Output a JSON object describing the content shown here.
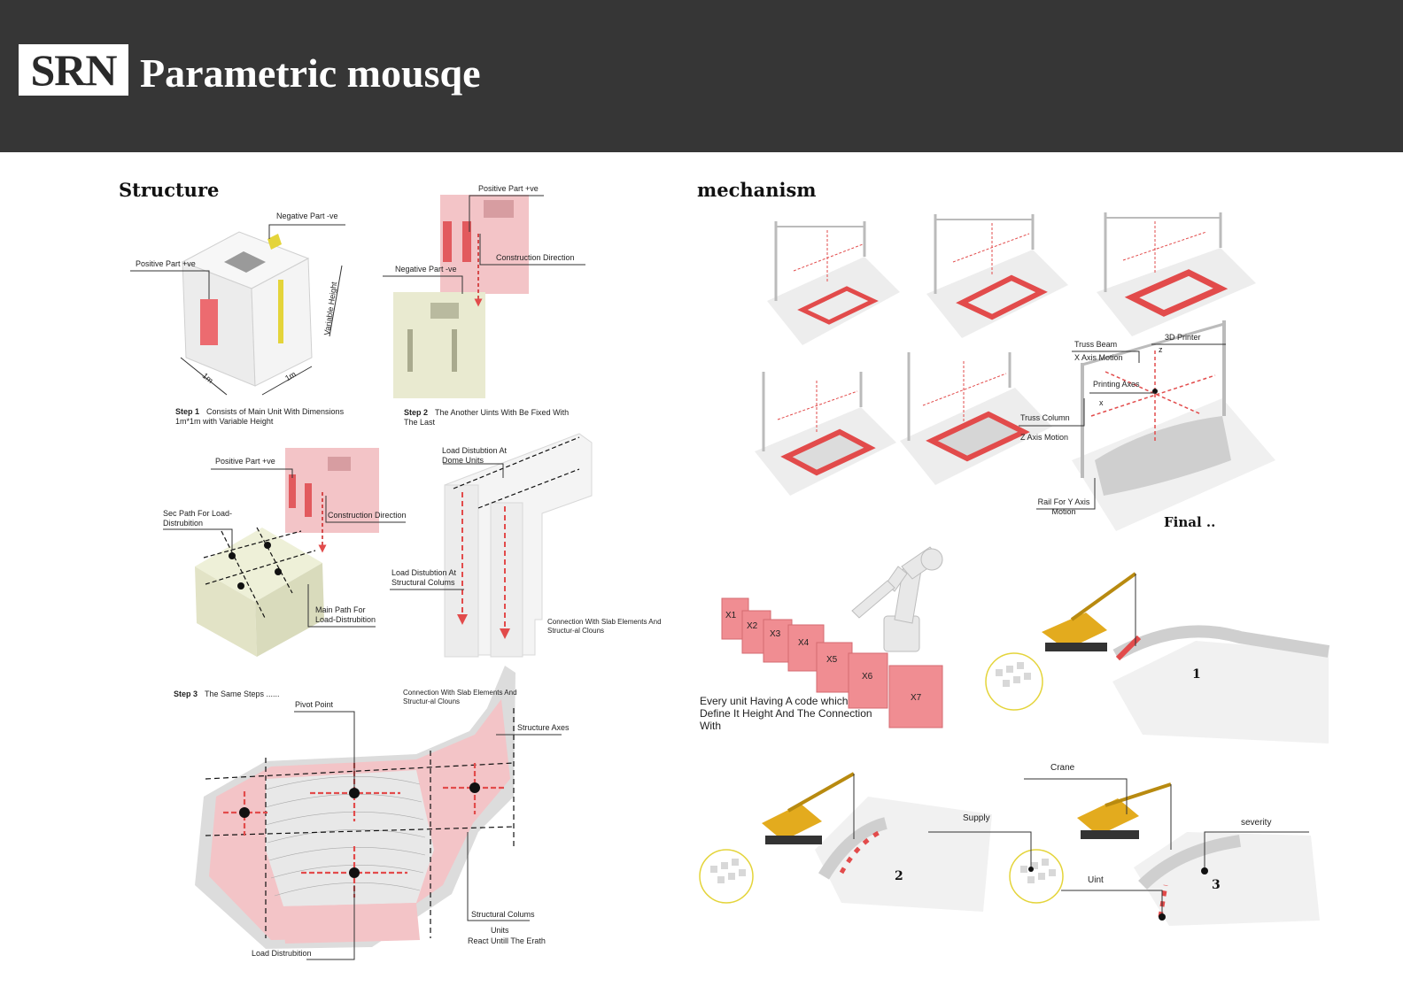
{
  "header": {
    "logo": "SRN",
    "title": "Parametric mousqe"
  },
  "sections": {
    "structure": "Structure",
    "mechanism": "mechanism"
  },
  "structure": {
    "cube1": {
      "negative": "Negative Part -ve",
      "positive": "Positive Part +ve",
      "height": "Variable Height",
      "dim_a": "1m",
      "dim_b": "1m"
    },
    "step1": {
      "label": "Step 1",
      "text": "Consists of Main Unit With Dimensions 1m*1m with Variable Height"
    },
    "cube2": {
      "positive": "Positive Part +ve",
      "construction": "Construction Direction",
      "negative": "Negative Part -ve"
    },
    "step2": {
      "label": "Step 2",
      "text": "The Another Uints With Be Fixed With The Last"
    },
    "cube3": {
      "positive": "Positive Part +ve",
      "sec_path": "Sec Path For Load-Distrubition",
      "construction": "Construction Direction",
      "main_path": "Main Path For Load-Distrubition"
    },
    "dome": {
      "load_dome": "Load Distubtion At Dome Units",
      "load_columns": "Load Distubtion At Structural Colums",
      "connection": "Connection With Slab Elements And Structur-al Clouns"
    },
    "step3": {
      "label": "Step 3",
      "text": "The Same Steps ......"
    },
    "plan": {
      "connection": "Connection With Slab Elements And Structur-al Clouns",
      "pivot": "Pivot Point",
      "axes": "Structure Axes",
      "columns": "Structural Colums",
      "units": "Units",
      "react": "React Untill The Erath",
      "load": "Load Distrubition"
    }
  },
  "mechanism": {
    "truss_beam": "Truss Beam",
    "x_motion": "X Axis Motion",
    "printer": "3D Printer",
    "printing_axes": "Printing Axes",
    "truss_column": "Truss Column",
    "z_motion": "Z Axis Motion",
    "rail": "Rail For Y Axis Motion",
    "final": "Final ..",
    "axis_z": "z",
    "axis_x": "x",
    "codes": [
      "X1",
      "X2",
      "X3",
      "X4",
      "X5",
      "X6",
      "X7"
    ],
    "code_note": "Every unit Having A code which Define It Height And The Connection With",
    "crane": "Crane",
    "supply": "Supply",
    "uint": "Uint",
    "severity": "severity",
    "stage1": "1",
    "stage2": "2",
    "stage3": "3"
  },
  "colors": {
    "header": "#363636",
    "pink": "#f3c4c7",
    "red": "#e24b4b",
    "cream": "#e9ead0",
    "yellow": "#e4c330",
    "crane": "#e3ab1e"
  }
}
